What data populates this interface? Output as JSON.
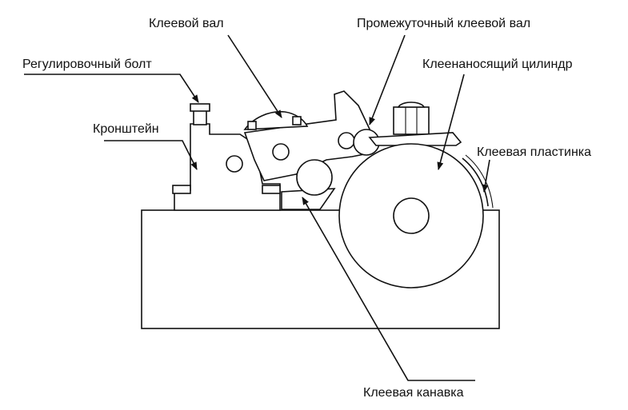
{
  "diagram": {
    "labels": {
      "glue_roller": "Клеевой вал",
      "intermediate_roller": "Промежуточный клеевой вал",
      "adjusting_bolt": "Регулировочный болт",
      "applicator_cylinder": "Клеенаносящий цилиндр",
      "bracket": "Кронштейн",
      "glue_plate": "Клеевая пластинка",
      "glue_groove": "Клеевая канавка"
    }
  }
}
